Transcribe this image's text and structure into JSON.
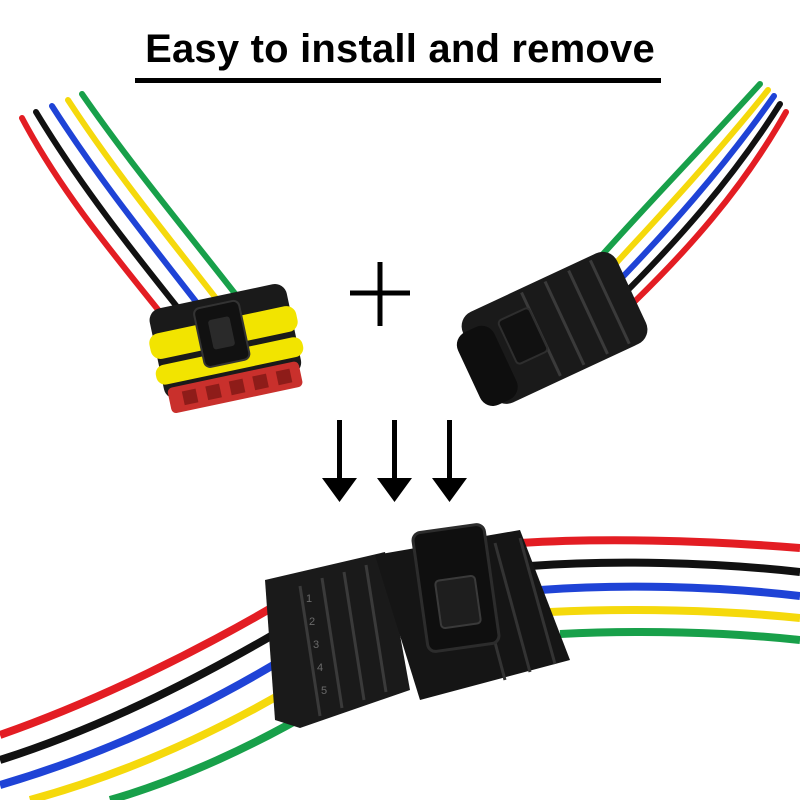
{
  "headline": "Easy to install and remove",
  "colors": {
    "background": "#ffffff",
    "text": "#000000",
    "wire_red": "#e31d23",
    "wire_black": "#111111",
    "wire_blue": "#1f43d6",
    "wire_yellow": "#f5d90c",
    "wire_green": "#18a04a",
    "housing_black": "#1a1a1a",
    "seal_yellow": "#f2e400",
    "lock_red": "#c9302c"
  },
  "icons": [
    "plus-icon",
    "down-arrow-icon",
    "down-arrow-icon",
    "down-arrow-icon"
  ],
  "pin_numbers": [
    "1",
    "2",
    "3",
    "4",
    "5"
  ]
}
